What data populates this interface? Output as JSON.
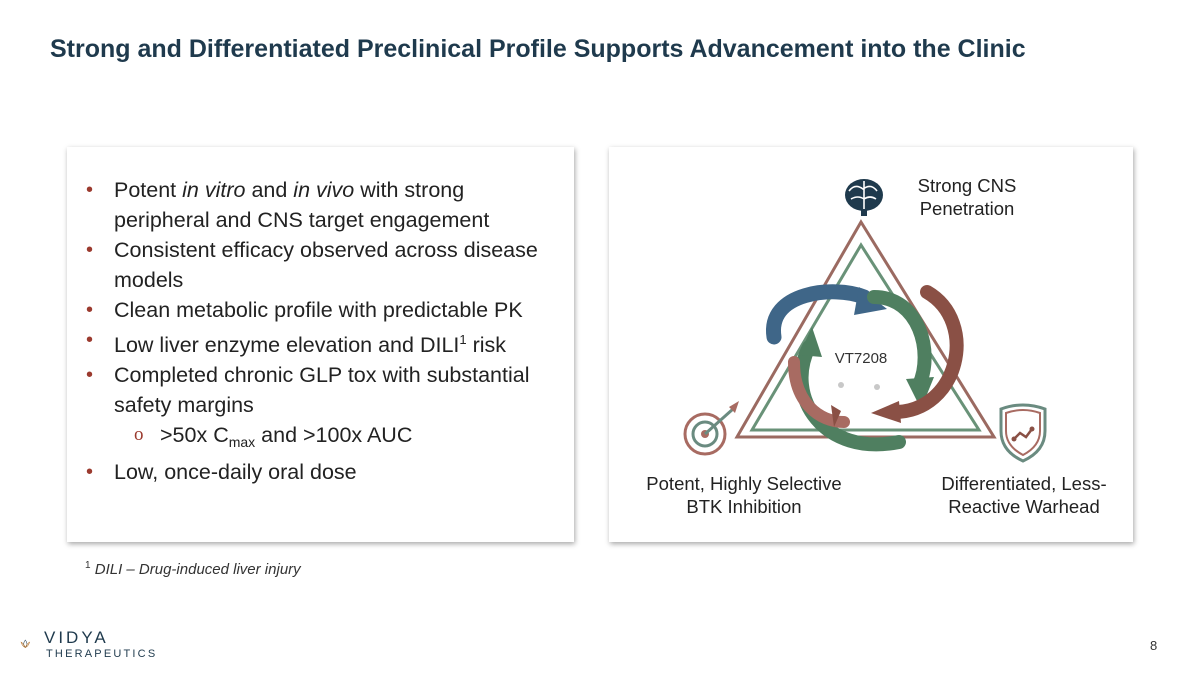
{
  "slide": {
    "title": "Strong and Differentiated Preclinical Profile Supports Advancement into the Clinic",
    "page_number": "8"
  },
  "bullets": {
    "b1": {
      "t1": "Potent ",
      "i1": "in vitro",
      "t2": " and ",
      "i2": "in vivo",
      "t3": " with strong peripheral and CNS target engagement"
    },
    "b2": "Consistent efficacy observed across disease models",
    "b3": "Clean metabolic profile with predictable PK",
    "b4": {
      "text": "Low liver enzyme elevation and DILI",
      "sup": "1",
      "tail": " risk"
    },
    "b5": "Completed chronic GLP tox with substantial safety margins",
    "b5_sub": {
      "pre": ">50x C",
      "sub": "max",
      "post": " and >100x AUC"
    },
    "b6": "Low, once-daily oral dose"
  },
  "footnote": {
    "sup": "1",
    "text": " DILI – Drug-induced liver injury"
  },
  "diagram": {
    "center_label": "VT7208",
    "top_label_line1": "Strong CNS",
    "top_label_line2": "Penetration",
    "left_label_line1": "Potent, Highly Selective",
    "left_label_line2": "BTK Inhibition",
    "right_label_line1": "Differentiated, Less-",
    "right_label_line2": "Reactive Warhead",
    "icons": [
      "brain-icon",
      "target-icon",
      "shield-molecule-icon"
    ],
    "colors": {
      "blue": "#3f6688",
      "green": "#4f7f60",
      "brown": "#8a5045",
      "rose": "#a86b62"
    }
  },
  "logo": {
    "name": "VIDYA",
    "subtitle": "THERAPEUTICS"
  }
}
